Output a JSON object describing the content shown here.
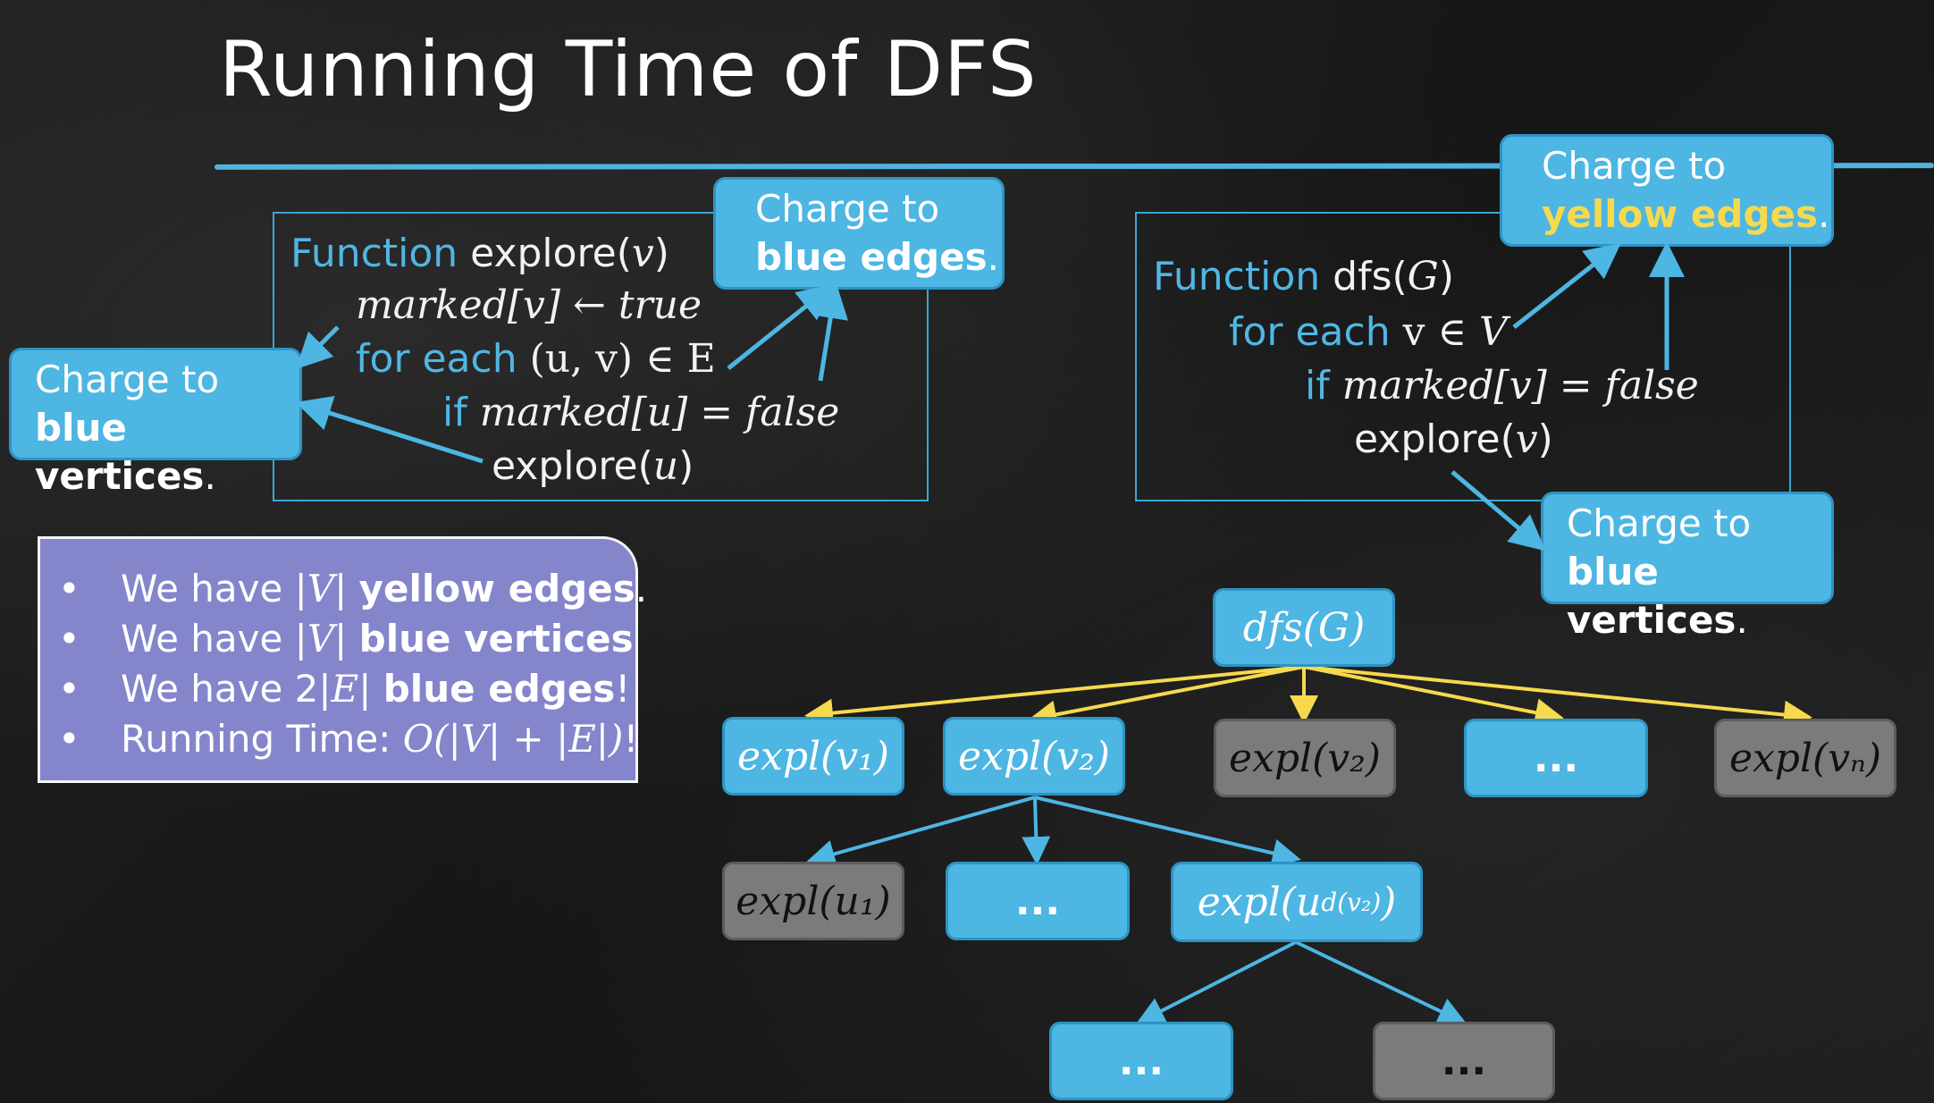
{
  "title": "Running Time of DFS",
  "explore_box": {
    "line1_kw": "Function",
    "line1_rest": " explore(",
    "line1_var": "v",
    "line1_end": ")",
    "line2": "marked[v] ← true",
    "line3_kw": "for each",
    "line3_rest": " (u, v) ∈ E",
    "line4_kw": "if",
    "line4_rest": " marked[u] = false",
    "line5": "explore(",
    "line5_var": "u",
    "line5_end": ")"
  },
  "dfs_box": {
    "line1_kw": "Function",
    "line1_rest": " dfs(",
    "line1_var": "G",
    "line1_end": ")",
    "line2_kw": "for each",
    "line2_rest": " v ∈ ",
    "line2_var": "V",
    "line3_kw": "if",
    "line3_rest": " marked[v] = false",
    "line4": "explore(",
    "line4_var": "v",
    "line4_end": ")"
  },
  "callouts": {
    "blue_edges": {
      "line1": "Charge to",
      "bold": "blue edges",
      "end": "."
    },
    "blue_vertices_left": {
      "line1": "Charge to",
      "bold": "blue vertices",
      "end": "."
    },
    "yellow_edges": {
      "line1": "Charge to",
      "bold": "yellow edges",
      "end": "."
    },
    "blue_vertices_right": {
      "line1": "Charge to",
      "bold": "blue vertices",
      "end": "."
    }
  },
  "summary": [
    {
      "pre": "We have |",
      "math": "V",
      "post": "| ",
      "bold": "yellow edges",
      "end": "."
    },
    {
      "pre": "We have |",
      "math": "V",
      "post": "| ",
      "bold": "blue vertices",
      "end": ""
    },
    {
      "pre": "We have 2|",
      "math": "E",
      "post": "| ",
      "bold": "blue edges",
      "end": "!"
    },
    {
      "pre": "Running Time: ",
      "math": "O(|V| + |E|)",
      "post": "",
      "bold": "",
      "end": "!"
    }
  ],
  "bullet": "•",
  "tree": {
    "root": "dfs(G)",
    "level1": [
      {
        "label": "expl(v₁)",
        "color": "blue"
      },
      {
        "label": "expl(v₂)",
        "color": "blue"
      },
      {
        "label": "expl(v₂)",
        "color": "gray"
      },
      {
        "label": "...",
        "color": "blue"
      },
      {
        "label": "expl(vₙ)",
        "color": "gray"
      }
    ],
    "level2": [
      {
        "label": "expl(u₁)",
        "color": "gray"
      },
      {
        "label": "...",
        "color": "blue"
      },
      {
        "label": "expl(u",
        "sub": "d(v₂)",
        "end": ")",
        "color": "blue"
      }
    ],
    "level3": [
      {
        "label": "...",
        "color": "blue"
      },
      {
        "label": "...",
        "color": "gray"
      }
    ]
  },
  "colors": {
    "accent_blue": "#4db6e3",
    "keyword_blue": "#51b6e4",
    "yellow": "#f6d94d",
    "summary_purple": "#8585cb",
    "gray_node": "#7b7b7b"
  }
}
